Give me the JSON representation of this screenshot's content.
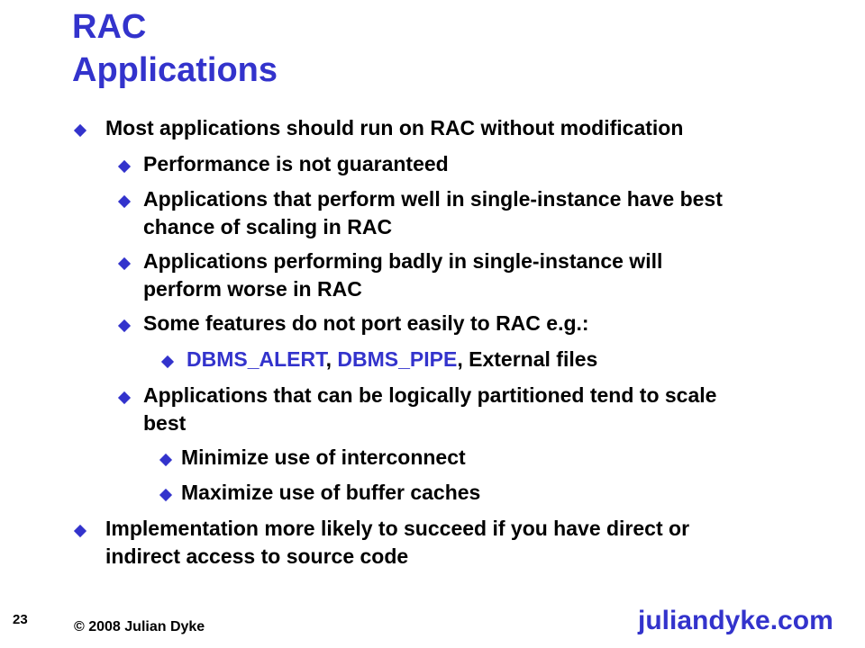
{
  "title": {
    "line1": "RAC",
    "line2": "Applications"
  },
  "bullets": {
    "b1": "Most applications should run on RAC without modification",
    "b1_1": "Performance is not guaranteed",
    "b1_2a": "Applications that perform well in single-instance have best",
    "b1_2b": "chance of scaling in RAC",
    "b1_3a": "Applications performing badly in single-instance will",
    "b1_3b": "perform worse in RAC",
    "b1_4": "Some features do not port easily to RAC e.g.:",
    "b1_4_1": {
      "kw1": "DBMS_ALERT",
      "sep1": ", ",
      "kw2": "DBMS_PIPE",
      "rest": ", External files"
    },
    "b1_5a": "Applications that can be logically partitioned tend to scale",
    "b1_5b": "best",
    "b1_5_1": "Minimize use of interconnect",
    "b1_5_2": "Maximize use of buffer caches",
    "b2a": "Implementation more likely to succeed if you have direct or",
    "b2b": "indirect access to source code"
  },
  "footer": {
    "page_number": "23",
    "copyright": "© 2008 Julian Dyke",
    "logo": "juliandyke.com"
  },
  "colors": {
    "accent": "#3333cc",
    "text": "#000000"
  }
}
